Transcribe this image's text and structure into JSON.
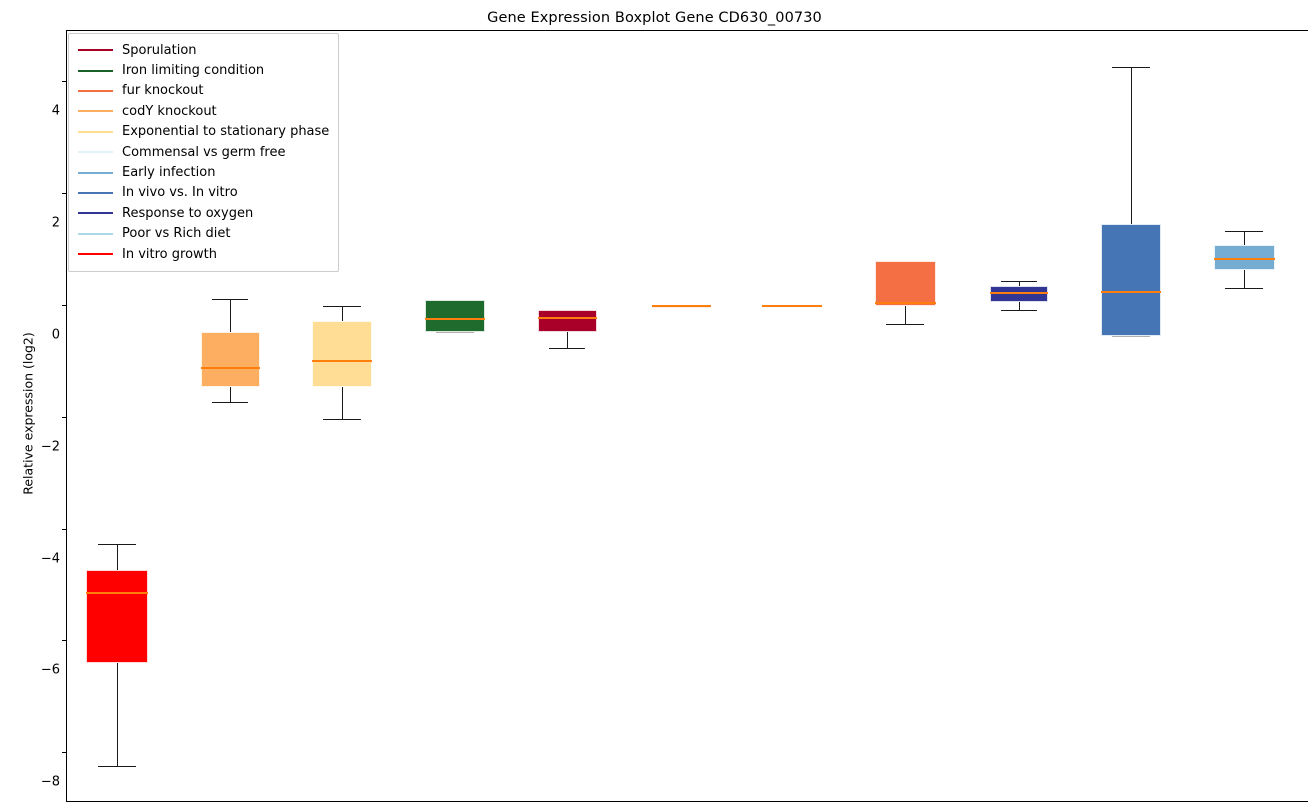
{
  "chart_data": {
    "type": "box",
    "title": "Gene Expression Boxplot Gene CD630_00730",
    "xlabel": "",
    "ylabel": "Relative expression (log2)",
    "ylim": [
      -8.85,
      4.7
    ],
    "yticks": [
      4,
      2,
      0,
      -2,
      -4,
      -6,
      -8
    ],
    "ytick_labels": [
      "4",
      "2",
      "0",
      "−2",
      "−4",
      "−6",
      "−8"
    ],
    "grid": false,
    "legend_position": "upper left",
    "median_color": "#ff7f0e",
    "whisker_color": "#1a1a1a",
    "series": [
      {
        "name": "In vitro growth",
        "color": "#ff0000",
        "center": 117,
        "width": 62,
        "min": -8.25,
        "q1": -6.4,
        "median": -5.15,
        "q3": -4.74,
        "max": -4.28
      },
      {
        "name": "codY knockout",
        "color": "#fdae61",
        "center": 230,
        "width": 59,
        "min": -1.73,
        "q1": -1.47,
        "median": -1.13,
        "q3": -0.48,
        "max": 0.11
      },
      {
        "name": "Exponential to stationary phase",
        "color": "#ffdd94",
        "center": 342,
        "width": 60,
        "min": -2.04,
        "q1": -1.47,
        "median": -1.0,
        "q3": -0.29,
        "max": -0.02
      },
      {
        "name": "Iron limiting condition",
        "color": "#1f6b2e",
        "center": 455,
        "width": 60,
        "min": -0.48,
        "q1": -0.48,
        "median": -0.25,
        "q3": 0.09,
        "max": 0.09
      },
      {
        "name": "Sporulation",
        "color": "#a80029",
        "center": 567,
        "width": 59,
        "min": -0.77,
        "q1": -0.48,
        "median": -0.23,
        "q3": -0.09,
        "max": -0.09
      },
      {
        "name": "fur knockout",
        "color": "#ed8040",
        "center": 681,
        "width": 59,
        "min": -0.02,
        "q1": -0.02,
        "median": -0.01,
        "q3": 0.0,
        "max": 0.0
      },
      {
        "name": "Commensal vs germ free",
        "color": "#e0f2fa",
        "center": 792,
        "width": 60,
        "min": -0.02,
        "q1": -0.02,
        "median": -0.01,
        "q3": 0.0,
        "max": 0.0
      },
      {
        "name": "fur knockout",
        "color": "#f46f43",
        "center": 905,
        "width": 61,
        "min": -0.34,
        "q1": -0.02,
        "median": 0.04,
        "q3": 0.79,
        "max": 0.79
      },
      {
        "name": "Response to oxygen",
        "color": "#313695",
        "center": 1019,
        "width": 58,
        "min": -0.09,
        "q1": 0.05,
        "median": 0.21,
        "q3": 0.34,
        "max": 0.43
      },
      {
        "name": "In vivo vs. In vitro",
        "color": "#4575b4",
        "center": 1131,
        "width": 60,
        "min": -0.55,
        "q1": -0.55,
        "median": 0.23,
        "q3": 1.45,
        "max": 4.26
      },
      {
        "name": "Poor vs Rich diet",
        "color": "#74add1",
        "center": 1244,
        "width": 61,
        "min": 0.3,
        "q1": 0.63,
        "median": 0.82,
        "q3": 1.07,
        "max": 1.32
      }
    ],
    "legend_entries": [
      {
        "label": "Sporulation",
        "color": "#a50026"
      },
      {
        "label": "Iron limiting condition",
        "color": "#1a6029"
      },
      {
        "label": "fur knockout",
        "color": "#f46d43"
      },
      {
        "label": "codY knockout",
        "color": "#fdae61"
      },
      {
        "label": "Exponential to stationary phase",
        "color": "#fee090"
      },
      {
        "label": "Commensal vs germ free",
        "color": "#e0f3f8"
      },
      {
        "label": "Early infection",
        "color": "#74add1"
      },
      {
        "label": "In vivo vs. In vitro",
        "color": "#4575b4"
      },
      {
        "label": "Response to oxygen",
        "color": "#313695"
      },
      {
        "label": "Poor vs Rich diet",
        "color": "#abd9e9"
      },
      {
        "label": "In vitro growth",
        "color": "#ff0000"
      }
    ]
  }
}
